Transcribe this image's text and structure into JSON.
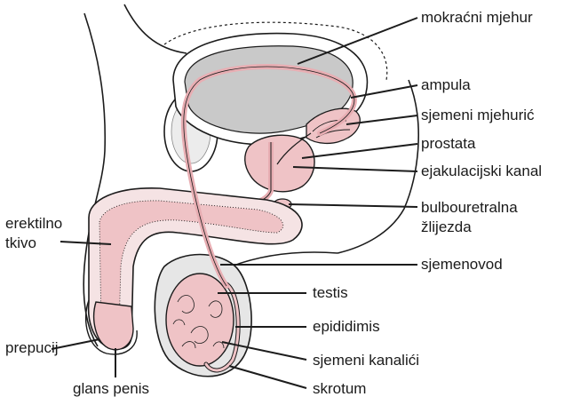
{
  "labels": {
    "bladder": "mokraćni mjehur",
    "ampulla": "ampula",
    "seminal_vesicle": "sjemeni mjehurić",
    "prostate": "prostata",
    "ejaculatory_duct": "ejakulacijski kanal",
    "bulbourethral_line1": "bulbouretralna",
    "bulbourethral_line2": "žlijezda",
    "erectile_line1": "erektilno",
    "erectile_line2": "tkivo",
    "vas_deferens": "sjemenovod",
    "testis": "testis",
    "epididymis": "epididimis",
    "prepuce": "prepucij",
    "seminiferous_tubules": "sjemeni kanalići",
    "glans": "glans penis",
    "scrotum": "skrotum"
  },
  "colors": {
    "tissue_pink": "#efc3c6",
    "duct_pink": "#e8aeb3",
    "bladder_grey": "#c9c9c9",
    "outline": "#1c1c1c",
    "light_grey": "#e6e6e6"
  }
}
